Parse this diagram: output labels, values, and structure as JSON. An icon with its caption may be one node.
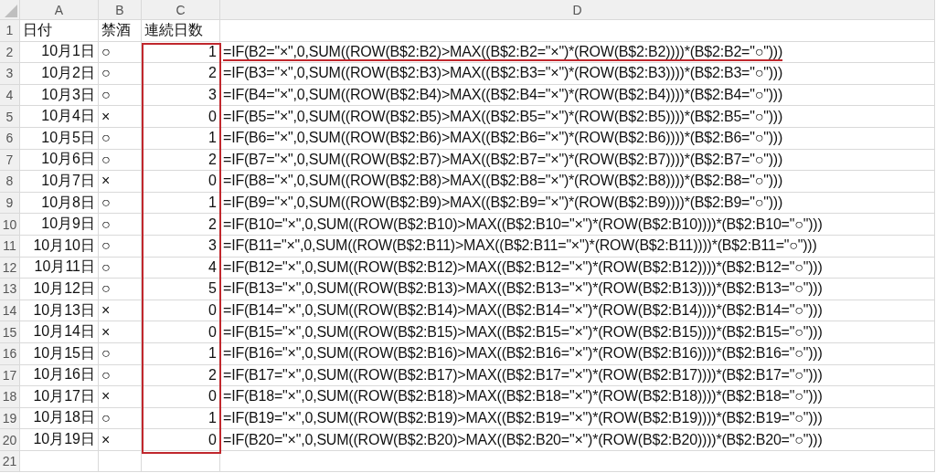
{
  "diagram": {
    "labels": [
      "A",
      "B",
      "C",
      "D",
      "1",
      "日付",
      "禁酒",
      "連続日数",
      "2",
      "10月1日",
      "○",
      "1",
      "=IF(B2=\"×\",0,SUM((ROW(B$2:B2)>MAX((B$2:B2=\"×\")*(ROW(B$2:B2))))*(B$2:B2=\"○\")))",
      "3",
      "10月2日",
      "○",
      "2",
      "=IF(B3=\"×\",0,SUM((ROW(B$2:B3)>MAX((B$2:B3=\"×\")*(ROW(B$2:B3))))*(B$2:B3=\"○\")))",
      "4",
      "10月3日",
      "○",
      "3",
      "=IF(B4=\"×\",0,SUM((ROW(B$2:B4)>MAX((B$2:B4=\"×\")*(ROW(B$2:B4))))*(B$2:B4=\"○\")))",
      "5",
      "10月4日",
      "×",
      "0",
      "=IF(B5=\"×\",0,SUM((ROW(B$2:B5)>MAX((B$2:B5=\"×\")*(ROW(B$2:B5))))*(B$2:B5=\"○\")))",
      "6",
      "10月5日",
      "○",
      "1",
      "=IF(B6=\"×\",0,SUM((ROW(B$2:B6)>MAX((B$2:B6=\"×\")*(ROW(B$2:B6))))*(B$2:B6=\"○\")))",
      "7",
      "10月6日",
      "○",
      "2",
      "=IF(B7=\"×\",0,SUM((ROW(B$2:B7)>MAX((B$2:B7=\"×\")*(ROW(B$2:B7))))*(B$2:B7=\"○\")))",
      "8",
      "10月7日",
      "×",
      "0",
      "=IF(B8=\"×\",0,SUM((ROW(B$2:B8)>MAX((B$2:B8=\"×\")*(ROW(B$2:B8))))*(B$2:B8=\"○\")))",
      "9",
      "10月8日",
      "○",
      "1",
      "=IF(B9=\"×\",0,SUM((ROW(B$2:B9)>MAX((B$2:B9=\"×\")*(ROW(B$2:B9))))*(B$2:B9=\"○\")))",
      "10",
      "10月9日",
      "○",
      "2",
      "=IF(B10=\"×\",0,SUM((ROW(B$2:B10)>MAX((B$2:B10=\"×\")*(ROW(B$2:B10))))*(B$2:B10=\"○\")))",
      "11",
      "10月10日",
      "○",
      "3",
      "=IF(B11=\"×\",0,SUM((ROW(B$2:B11)>MAX((B$2:B11=\"×\")*(ROW(B$2:B11))))*(B$2:B11=\"○\")))",
      "12",
      "10月11日",
      "○",
      "4",
      "=IF(B12=\"×\",0,SUM((ROW(B$2:B12)>MAX((B$2:B12=\"×\")*(ROW(B$2:B12))))*(B$2:B12=\"○\")))",
      "13",
      "10月12日",
      "○",
      "5",
      "=IF(B13=\"×\",0,SUM((ROW(B$2:B13)>MAX((B$2:B13=\"×\")*(ROW(B$2:B13))))*(B$2:B13=\"○\")))",
      "14",
      "10月13日",
      "×",
      "0",
      "=IF(B14=\"×\",0,SUM((ROW(B$2:B14)>MAX((B$2:B14=\"×\")*(ROW(B$2:B14))))*(B$2:B14=\"○\")))",
      "15",
      "10月14日",
      "×",
      "0",
      "=IF(B15=\"×\",0,SUM((ROW(B$2:B15)>MAX((B$2:B15=\"×\")*(ROW(B$2:B15))))*(B$2:B15=\"○\")))",
      "16",
      "10月15日",
      "○",
      "1",
      "=IF(B16=\"×\",0,SUM((ROW(B$2:B16)>MAX((B$2:B16=\"×\")*(ROW(B$2:B16))))*(B$2:B16=\"○\")))",
      "17",
      "10月16日",
      "○",
      "2",
      "=IF(B17=\"×\",0,SUM((ROW(B$2:B17)>MAX((B$2:B17=\"×\")*(ROW(B$2:B17))))*(B$2:B17=\"○\")))",
      "18",
      "10月17日",
      "×",
      "0",
      "=IF(B18=\"×\",0,SUM((ROW(B$2:B18)>MAX((B$2:B18=\"×\")*(ROW(B$2:B18))))*(B$2:B18=\"○\")))",
      "19",
      "10月18日",
      "○",
      "1",
      "=IF(B19=\"×\",0,SUM((ROW(B$2:B19)>MAX((B$2:B19=\"×\")*(ROW(B$2:B19))))*(B$2:B19=\"○\")))",
      "20",
      "10月19日",
      "×",
      "0",
      "=IF(B20=\"×\",0,SUM((ROW(B$2:B20)>MAX((B$2:B20=\"×\")*(ROW(B$2:B20))))*(B$2:B20=\"○\")))",
      "21"
    ]
  }
}
